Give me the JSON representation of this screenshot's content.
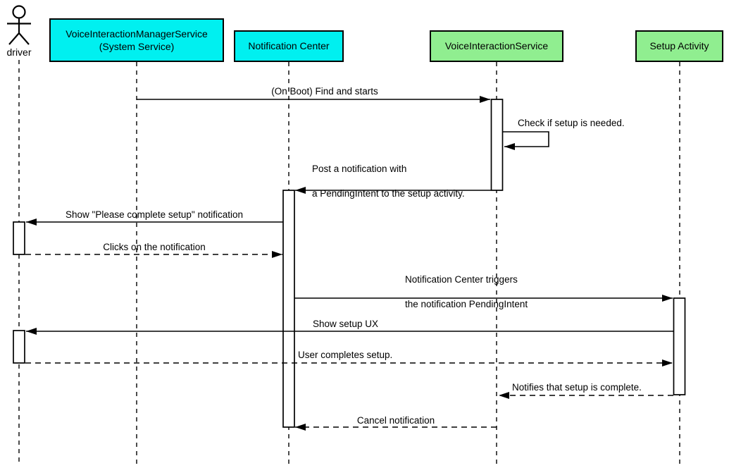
{
  "diagram": {
    "type": "uml-sequence-diagram",
    "colors": {
      "participant_cyan": "#00f0f0",
      "participant_green": "#90ee90",
      "line": "#000000",
      "background": "#ffffff"
    },
    "actor": {
      "label": "driver"
    },
    "participants": [
      {
        "line1": "VoiceInteractionManagerService",
        "line2": "(System Service)",
        "fill": "#00f0f0"
      },
      {
        "line1": "Notification Center",
        "fill": "#00f0f0"
      },
      {
        "line1": "VoiceInteractionService",
        "fill": "#90ee90"
      },
      {
        "line1": "Setup Activity",
        "fill": "#90ee90"
      }
    ],
    "messages": [
      {
        "text": "(On Boot) Find and starts",
        "from": "VoiceInteractionManagerService",
        "to": "VoiceInteractionService",
        "style": "solid"
      },
      {
        "text": "Check if setup is needed.",
        "from": "VoiceInteractionService",
        "to": "VoiceInteractionService",
        "style": "solid-self"
      },
      {
        "line1": "Post a notification with",
        "line2": "a PendingIntent to the setup activity.",
        "from": "VoiceInteractionService",
        "to": "Notification Center",
        "style": "solid"
      },
      {
        "text": "Show \"Please complete setup\" notification",
        "from": "Notification Center",
        "to": "driver",
        "style": "solid"
      },
      {
        "text": "Clicks on the notification",
        "from": "driver",
        "to": "Notification Center",
        "style": "dashed"
      },
      {
        "line1": "Notification Center triggers",
        "line2": "the notification PendingIntent",
        "from": "Notification Center",
        "to": "Setup Activity",
        "style": "solid"
      },
      {
        "text": "Show setup UX",
        "from": "Setup Activity",
        "to": "driver",
        "style": "solid"
      },
      {
        "text": "User completes setup.",
        "from": "driver",
        "to": "Setup Activity",
        "style": "dashed"
      },
      {
        "text": "Notifies that setup is complete.",
        "from": "Setup Activity",
        "to": "VoiceInteractionService",
        "style": "dashed"
      },
      {
        "text": "Cancel notification",
        "from": "VoiceInteractionService",
        "to": "Notification Center",
        "style": "dashed"
      }
    ]
  }
}
